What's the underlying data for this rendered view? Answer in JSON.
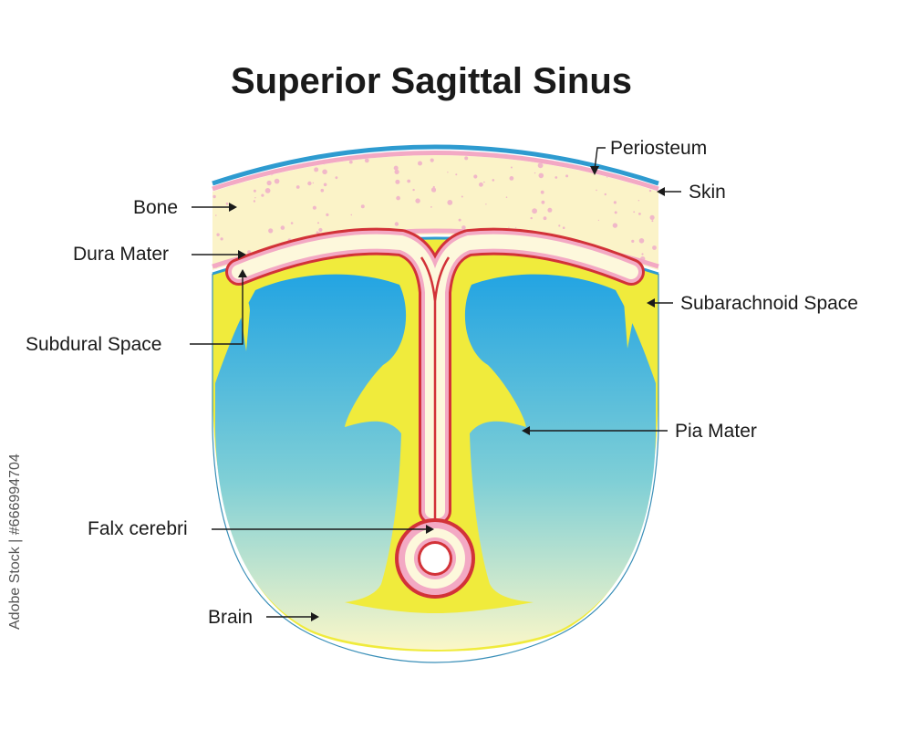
{
  "title": "Superior Sagittal Sinus",
  "labels": {
    "periosteum": "Periosteum",
    "skin": "Skin",
    "bone": "Bone",
    "dura_mater": "Dura Mater",
    "subarachnoid_space": "Subarachnoid Space",
    "subdural_space": "Subdural Space",
    "pia_mater": "Pia Mater",
    "falx_cerebri": "Falx cerebri",
    "brain": "Brain"
  },
  "watermark": "Adobe Stock | #666994704",
  "colors": {
    "skin": "#2e9bd0",
    "periosteum": "#f2a0c0",
    "bone": "#fbf3c8",
    "bone_dots": "#f1b8c9",
    "csf_yellow": "#f0eb3c",
    "falx_red": "#d23238",
    "falx_pink": "#f3a9c4",
    "falx_cream": "#fdf8dc",
    "brain_top": "#23a4e2",
    "brain_bottom": "#fbf7c8"
  }
}
